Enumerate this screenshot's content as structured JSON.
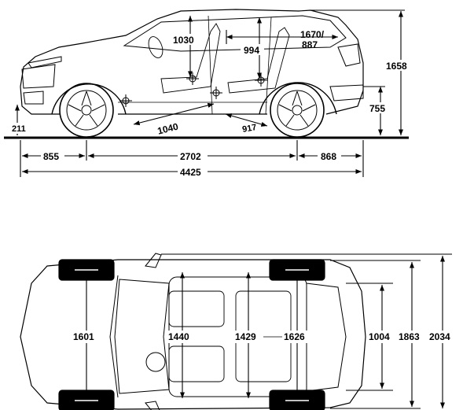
{
  "side_view": {
    "labels": {
      "seat_height_front": "1030",
      "rear_seat_height": "994",
      "legroom": "1670/\n887",
      "overall_height": "1658",
      "ground_clearance": "211",
      "load_floor_height": "755",
      "front_legroom_diag": "1040",
      "rear_legroom_diag": "917",
      "front_overhang": "855",
      "wheelbase": "2702",
      "rear_overhang": "868",
      "overall_length": "4425"
    }
  },
  "top_view": {
    "labels": {
      "front_track": "1601",
      "front_width_shoulder": "1440",
      "rear_width_shoulder": "1429",
      "rear_track": "1626",
      "cargo_width": "1004",
      "body_width": "1863",
      "width_with_mirrors": "2034"
    }
  }
}
